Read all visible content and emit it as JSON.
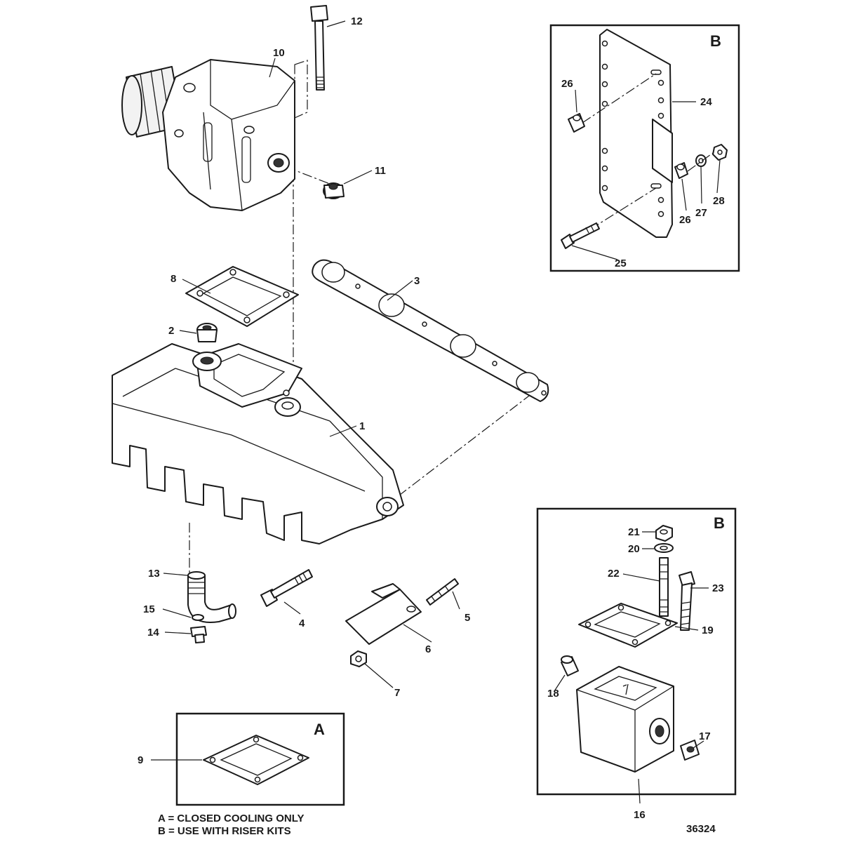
{
  "callouts": {
    "c1": "1",
    "c2": "2",
    "c3": "3",
    "c4": "4",
    "c5": "5",
    "c6": "6",
    "c7": "7",
    "c8": "8",
    "c9": "9",
    "c10": "10",
    "c11": "11",
    "c12": "12",
    "c13": "13",
    "c14": "14",
    "c15": "15",
    "c16": "16",
    "c17": "17",
    "c18": "18",
    "c19": "19",
    "c20": "20",
    "c21": "21",
    "c22": "22",
    "c23": "23",
    "c24": "24",
    "c25": "25",
    "c26a": "26",
    "c26b": "26",
    "c27": "27",
    "c28": "28"
  },
  "boxes": {
    "a_label": "A",
    "b_top_label": "B",
    "b_bottom_label": "B"
  },
  "legend": {
    "line_a": "A = CLOSED COOLING ONLY",
    "line_b": "B = USE WITH RISER KITS"
  },
  "drawing_number": "36324"
}
